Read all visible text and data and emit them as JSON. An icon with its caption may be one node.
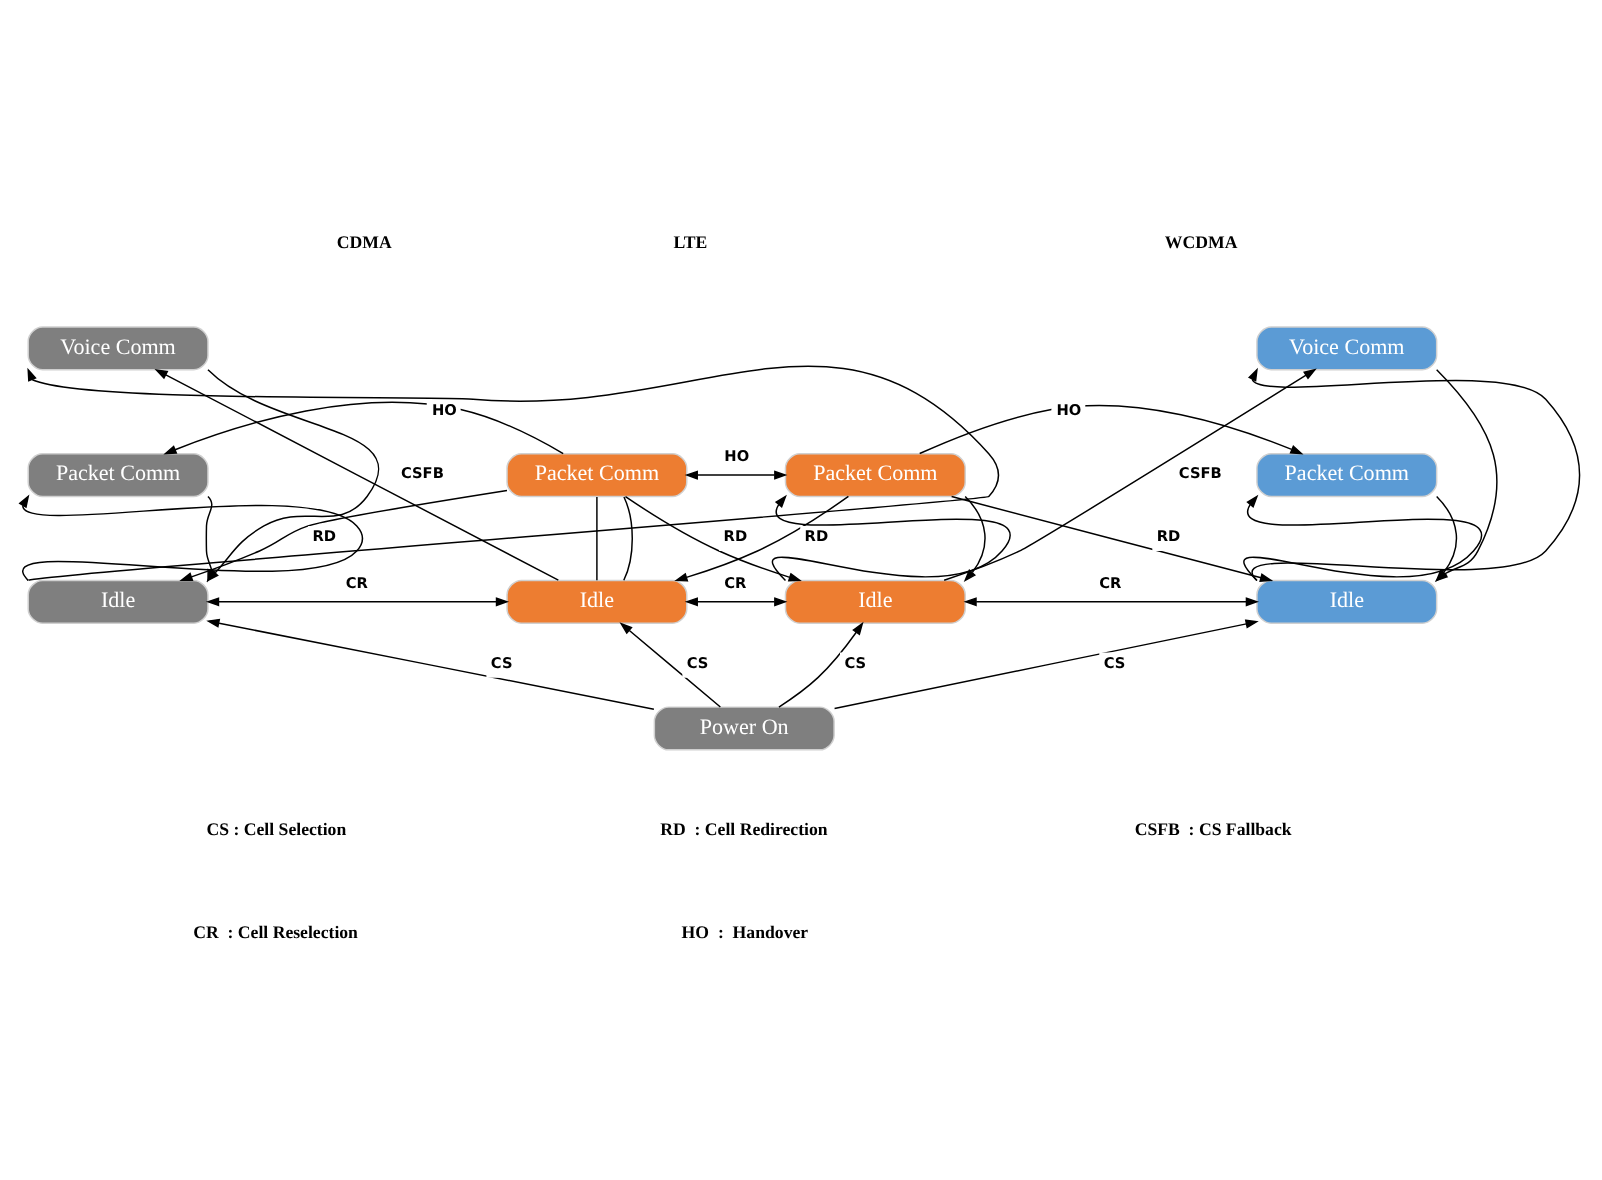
{
  "diagram": {
    "nodes": [
      {
        "text": [
          "Voice Comm"
        ]
      },
      {
        "text": [
          "Voice Comm"
        ]
      },
      {
        "text": [
          "Packet Comm"
        ]
      },
      {
        "text": [
          "Packet Comm"
        ]
      },
      {
        "text": [
          "Packet Comm"
        ]
      },
      {
        "text": [
          "Packet Comm"
        ]
      },
      {
        "text": [
          "Idle"
        ]
      },
      {
        "text": [
          "Idle"
        ]
      },
      {
        "text": [
          "Idle"
        ]
      },
      {
        "text": [
          "Idle"
        ]
      },
      {
        "text": [
          "Power On"
        ]
      }
    ],
    "edges": [
      {
        "from": 6,
        "to": 0,
        "arrow": "to"
      },
      {
        "from": 0,
        "to": 6,
        "arrow": "to"
      },
      {
        "from": 6,
        "to": 2,
        "arrow": "to"
      },
      {
        "from": 2,
        "to": 6,
        "arrow": "to"
      },
      {
        "from": 3,
        "to": 2,
        "label": "HO",
        "arrow": "to"
      },
      {
        "from": 7,
        "to": 0,
        "label": "CSFB",
        "arrow": "to"
      },
      {
        "from": 3,
        "to": 6,
        "label": "RD",
        "arrow": "to"
      },
      {
        "from": 3,
        "to": 7,
        "arrow": "none"
      },
      {
        "from": 3,
        "to": 7,
        "arrow": "none"
      },
      {
        "from": 3,
        "to": 4,
        "label": "HO",
        "arrow": "both"
      },
      {
        "from": 3,
        "to": 8,
        "label": "RD",
        "arrow": "to"
      },
      {
        "from": 4,
        "to": 7,
        "label": "RD",
        "arrow": "to"
      },
      {
        "from": 8,
        "to": 4,
        "arrow": "to"
      },
      {
        "from": 4,
        "to": 8,
        "arrow": "to"
      },
      {
        "from": 8,
        "to": 1,
        "label": "CSFB",
        "arrow": "to"
      },
      {
        "from": 4,
        "to": 5,
        "label": "HO",
        "arrow": "to"
      },
      {
        "from": 4,
        "to": 9,
        "label": "RD",
        "arrow": "to"
      },
      {
        "from": 9,
        "to": 1,
        "arrow": "to"
      },
      {
        "from": 1,
        "to": 9,
        "arrow": "to"
      },
      {
        "from": 9,
        "to": 5,
        "arrow": "to"
      },
      {
        "from": 5,
        "to": 9,
        "arrow": "to"
      },
      {
        "from": 7,
        "to": 6,
        "label": "CR",
        "arrow": "both"
      },
      {
        "from": 7,
        "to": 8,
        "label": "CR",
        "arrow": "both"
      },
      {
        "from": 8,
        "to": 9,
        "label": "CR",
        "arrow": "both"
      },
      {
        "from": 10,
        "to": 6,
        "label": "CS",
        "arrow": "to"
      },
      {
        "from": 10,
        "to": 7,
        "label": "CS",
        "arrow": "to"
      },
      {
        "from": 10,
        "to": 8,
        "label": "CS",
        "arrow": "to"
      },
      {
        "from": 10,
        "to": 9,
        "label": "CS",
        "arrow": "to"
      }
    ],
    "labels": [
      "CDMA",
      "LTE",
      "WCDMA",
      "CS : Cell Selection",
      "RD  : Cell Redirection",
      "CSFB  : CS Fallback",
      "CR  : Cell Reselection",
      "HO  :  Handover"
    ]
  }
}
